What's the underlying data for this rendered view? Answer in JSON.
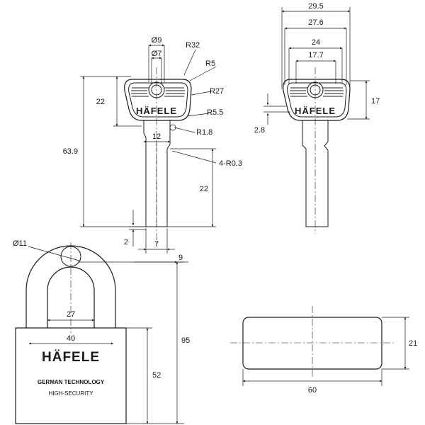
{
  "brand": {
    "key_logo": "HÄFELE",
    "lock_logo": "HÄFELE",
    "line1": "GERMAN TECHNOLOGY",
    "line2": "HIGH-SECURITY"
  },
  "key_front": {
    "d9": "Ø9",
    "d7": "Ø7",
    "r32": "R32",
    "r5": "R5",
    "r27": "R27",
    "r55": "R5.5",
    "r18": "R1.8",
    "r03": "4-R0.3",
    "h22": "22",
    "h639": "63.9",
    "w12": "12",
    "blade22": "22",
    "w7": "7",
    "t2": "2",
    "t9": "9"
  },
  "key_side": {
    "w295": "29.5",
    "w276": "27.6",
    "w24": "24",
    "w177": "17.7",
    "h17": "17",
    "h28": "2.8"
  },
  "padlock": {
    "d11": "Ø11",
    "w27": "27",
    "w40": "40",
    "h95": "95",
    "h52": "52"
  },
  "block": {
    "w60": "60",
    "h21": "21"
  }
}
